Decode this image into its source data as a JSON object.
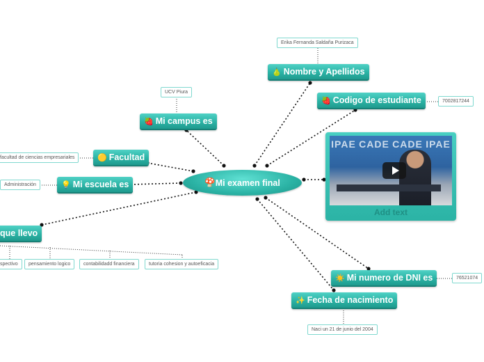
{
  "root": {
    "label": "Mi examen final",
    "icon": "🍄"
  },
  "topics": {
    "nombre": {
      "label": "Nombre y Apellidos",
      "icon": "🍐",
      "leaf": "Erika Fernanda Saldaña Purizaca"
    },
    "codigo": {
      "label": "Codigo de estudiante",
      "icon": "🍓",
      "leaf": "7002817244"
    },
    "campus": {
      "label": "Mi campus es",
      "icon": "🍓",
      "leaf": "UCV Piura"
    },
    "facultad": {
      "label": "Facultad",
      "icon": "🟡",
      "leaf": "facultad de ciencias empresariales"
    },
    "escuela": {
      "label": "Mi escuela es",
      "icon": "💡",
      "leaf": "Administración"
    },
    "cursos": {
      "label": "que llevo",
      "leaves": [
        "spectivo",
        "pensamiento logico",
        "contabilidadd financiera",
        "tutoria cohesion y autoeficacia"
      ]
    },
    "dni": {
      "label": "Mi numero de DNI es",
      "icon": "☀️",
      "leaf": "76521074"
    },
    "fecha": {
      "label": "Fecha de nacimiento",
      "icon": "✨",
      "leaf": "Naci un 21 de junio del 2004"
    }
  },
  "media": {
    "banner": [
      "IPAE",
      "CADE",
      "CADE",
      "IPAE"
    ],
    "add_text": "Add text"
  }
}
